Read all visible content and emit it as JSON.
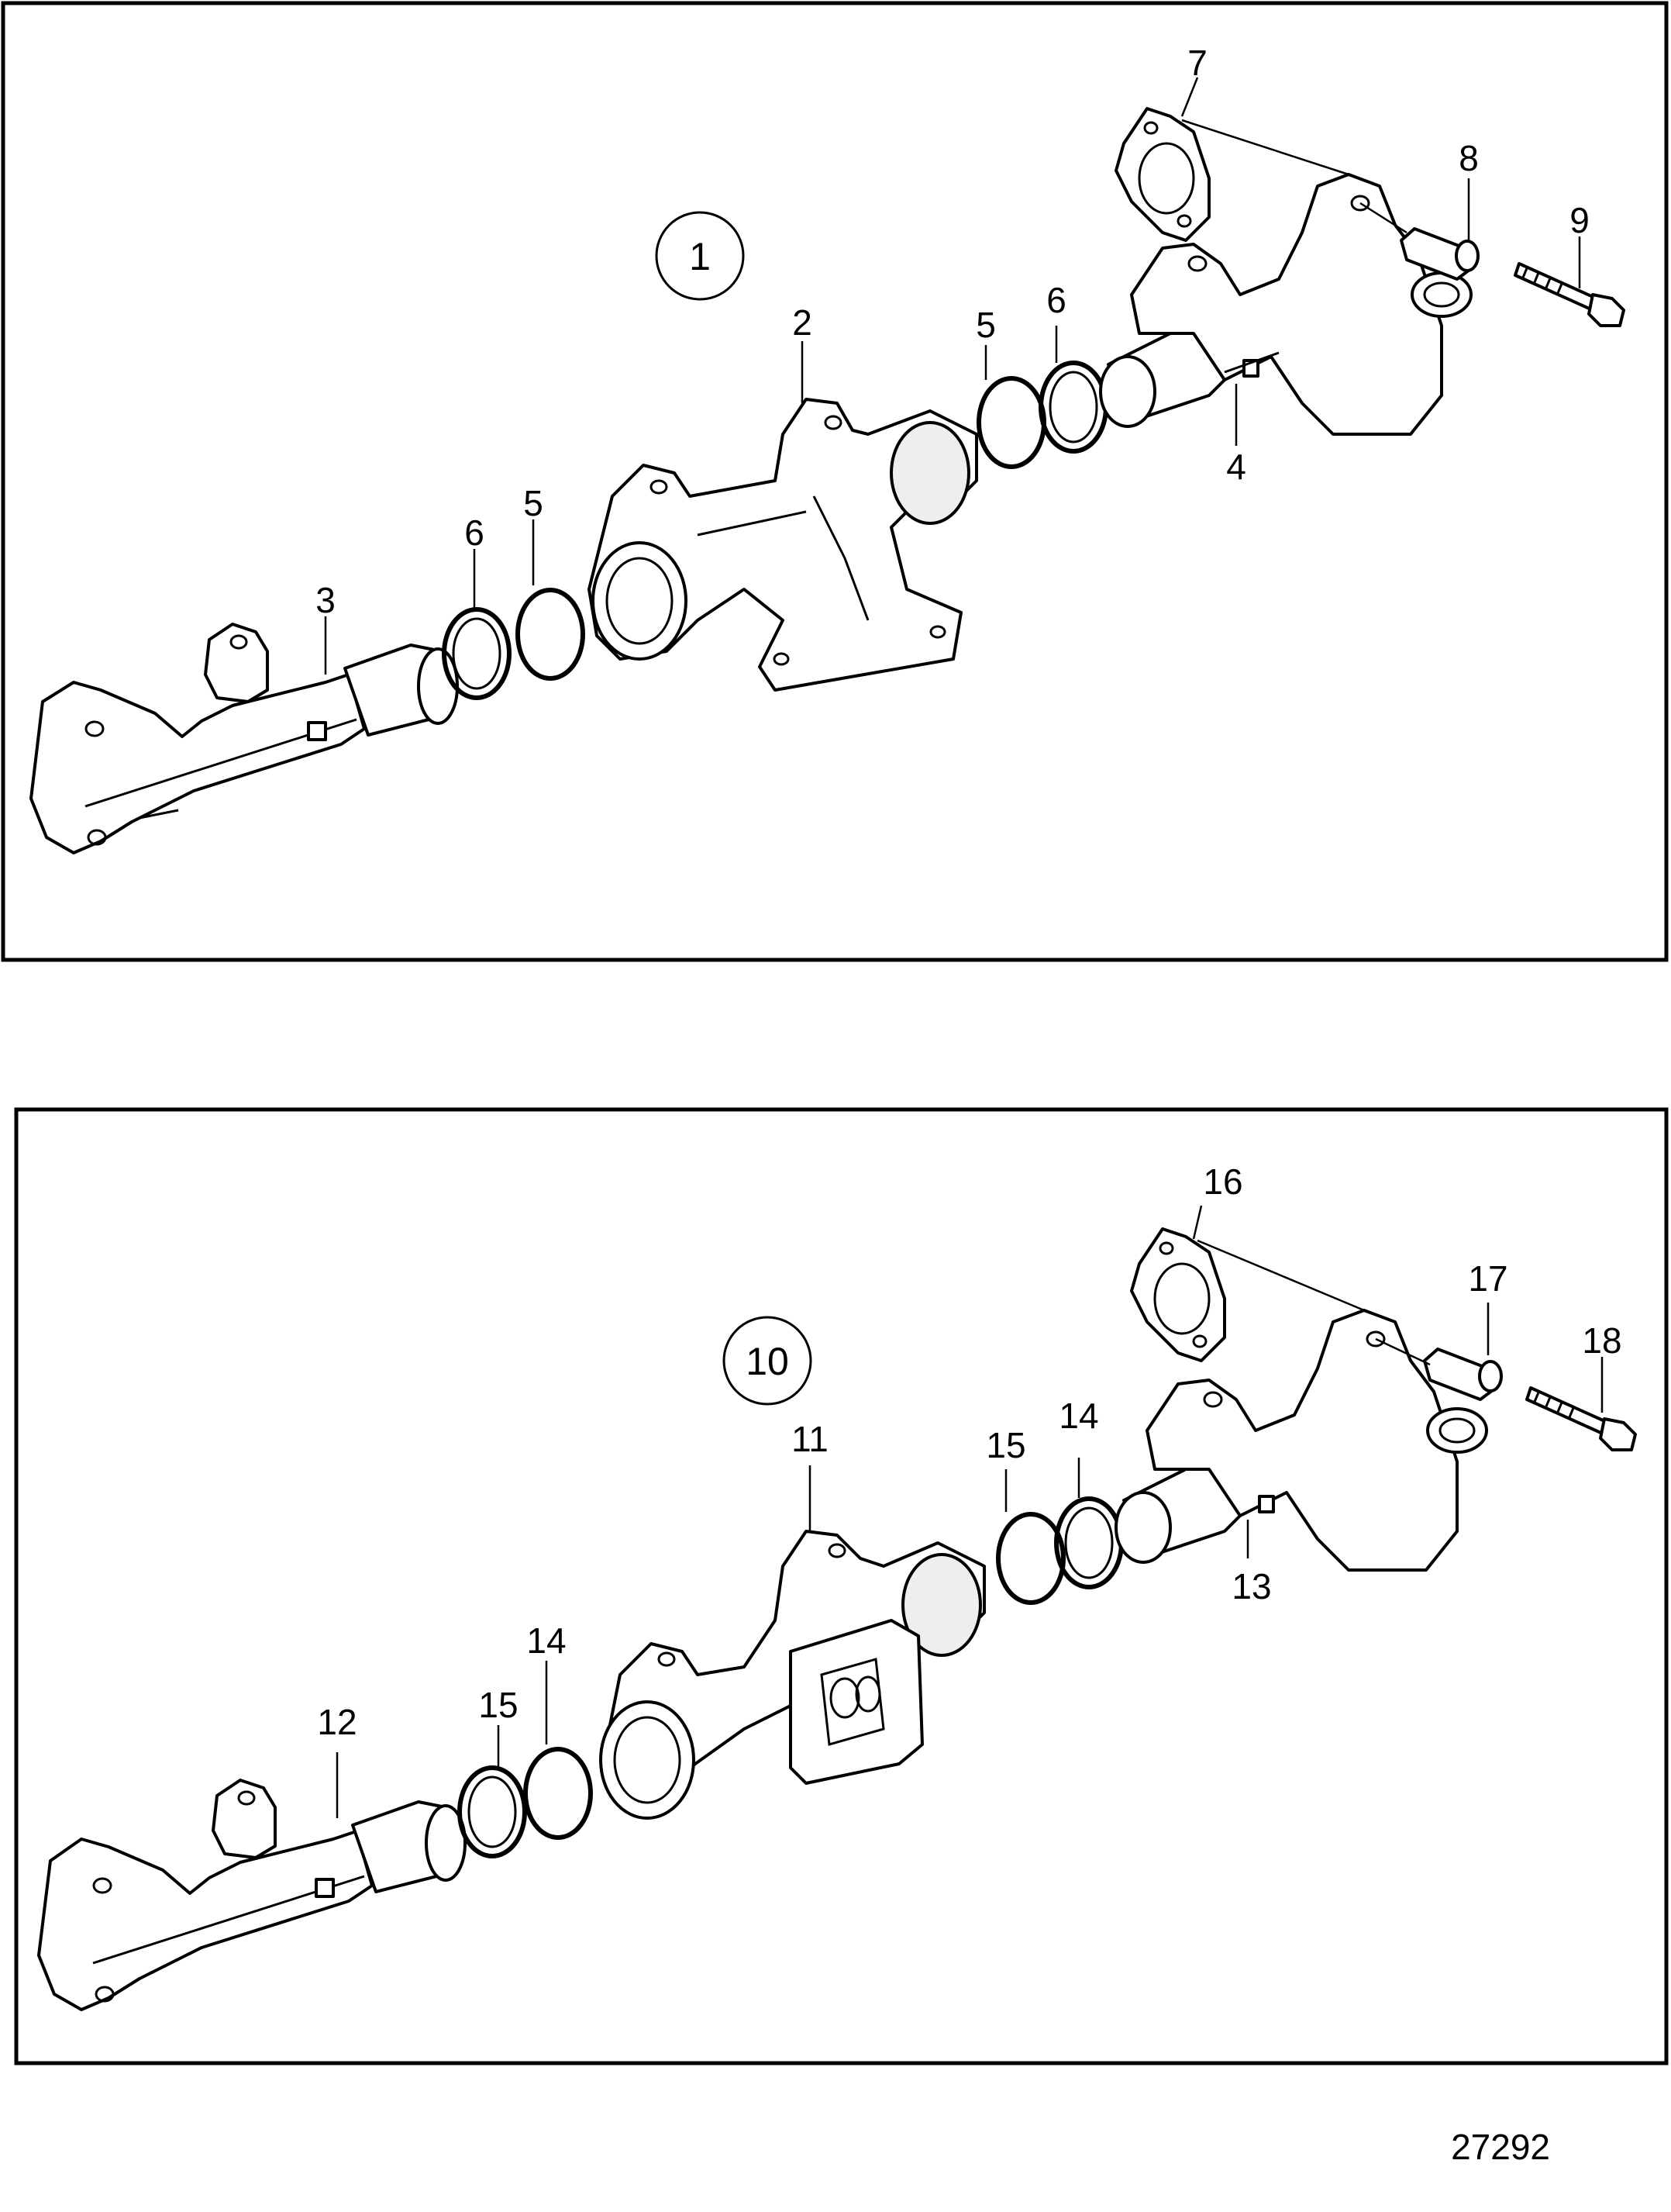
{
  "figure_id": "27292",
  "panels": [
    {
      "assembly_label": "1",
      "parts": [
        "2",
        "3",
        "4",
        "5",
        "5",
        "6",
        "6",
        "7",
        "8",
        "9"
      ]
    },
    {
      "assembly_label": "10",
      "parts": [
        "11",
        "12",
        "13",
        "14",
        "14",
        "15",
        "15",
        "16",
        "17",
        "18"
      ]
    }
  ]
}
